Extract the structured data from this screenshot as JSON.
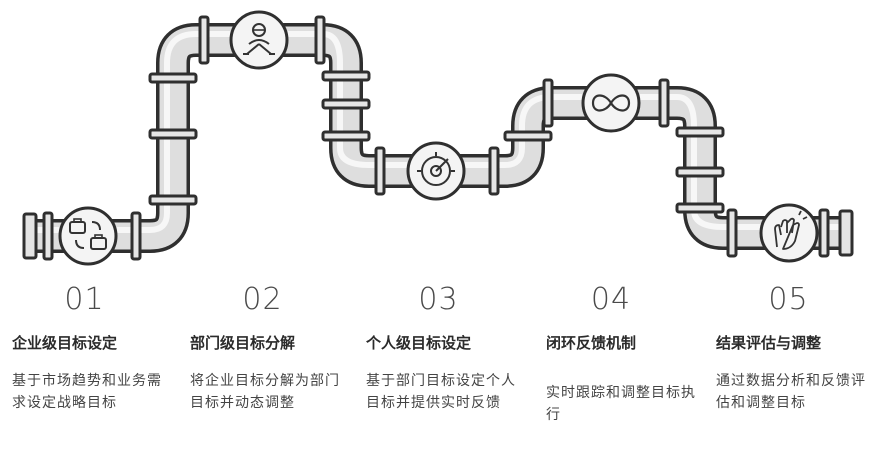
{
  "steps": [
    {
      "number": "01",
      "title": "企业级目标设定",
      "desc": "基于市场趋势和业务需求设定战略目标",
      "icon": "briefcase-exchange-icon"
    },
    {
      "number": "02",
      "title": "部门级目标分解",
      "desc": "将企业目标分解为部门目标并动态调整",
      "icon": "person-split-icon"
    },
    {
      "number": "03",
      "title": "个人级目标设定",
      "desc": "基于部门目标设定个人目标并提供实时反馈",
      "icon": "target-gauge-icon"
    },
    {
      "number": "04",
      "title": "闭环反馈机制",
      "desc": "实时跟踪和调整目标执行",
      "icon": "infinity-loop-icon"
    },
    {
      "number": "05",
      "title": "结果评估与调整",
      "desc": "通过数据分析和反馈评估和调整目标",
      "icon": "clapping-hands-icon"
    }
  ],
  "colors": {
    "pipe": "#d9d9d9",
    "pipe_outline": "#3a3a3a",
    "text": "#333333"
  }
}
